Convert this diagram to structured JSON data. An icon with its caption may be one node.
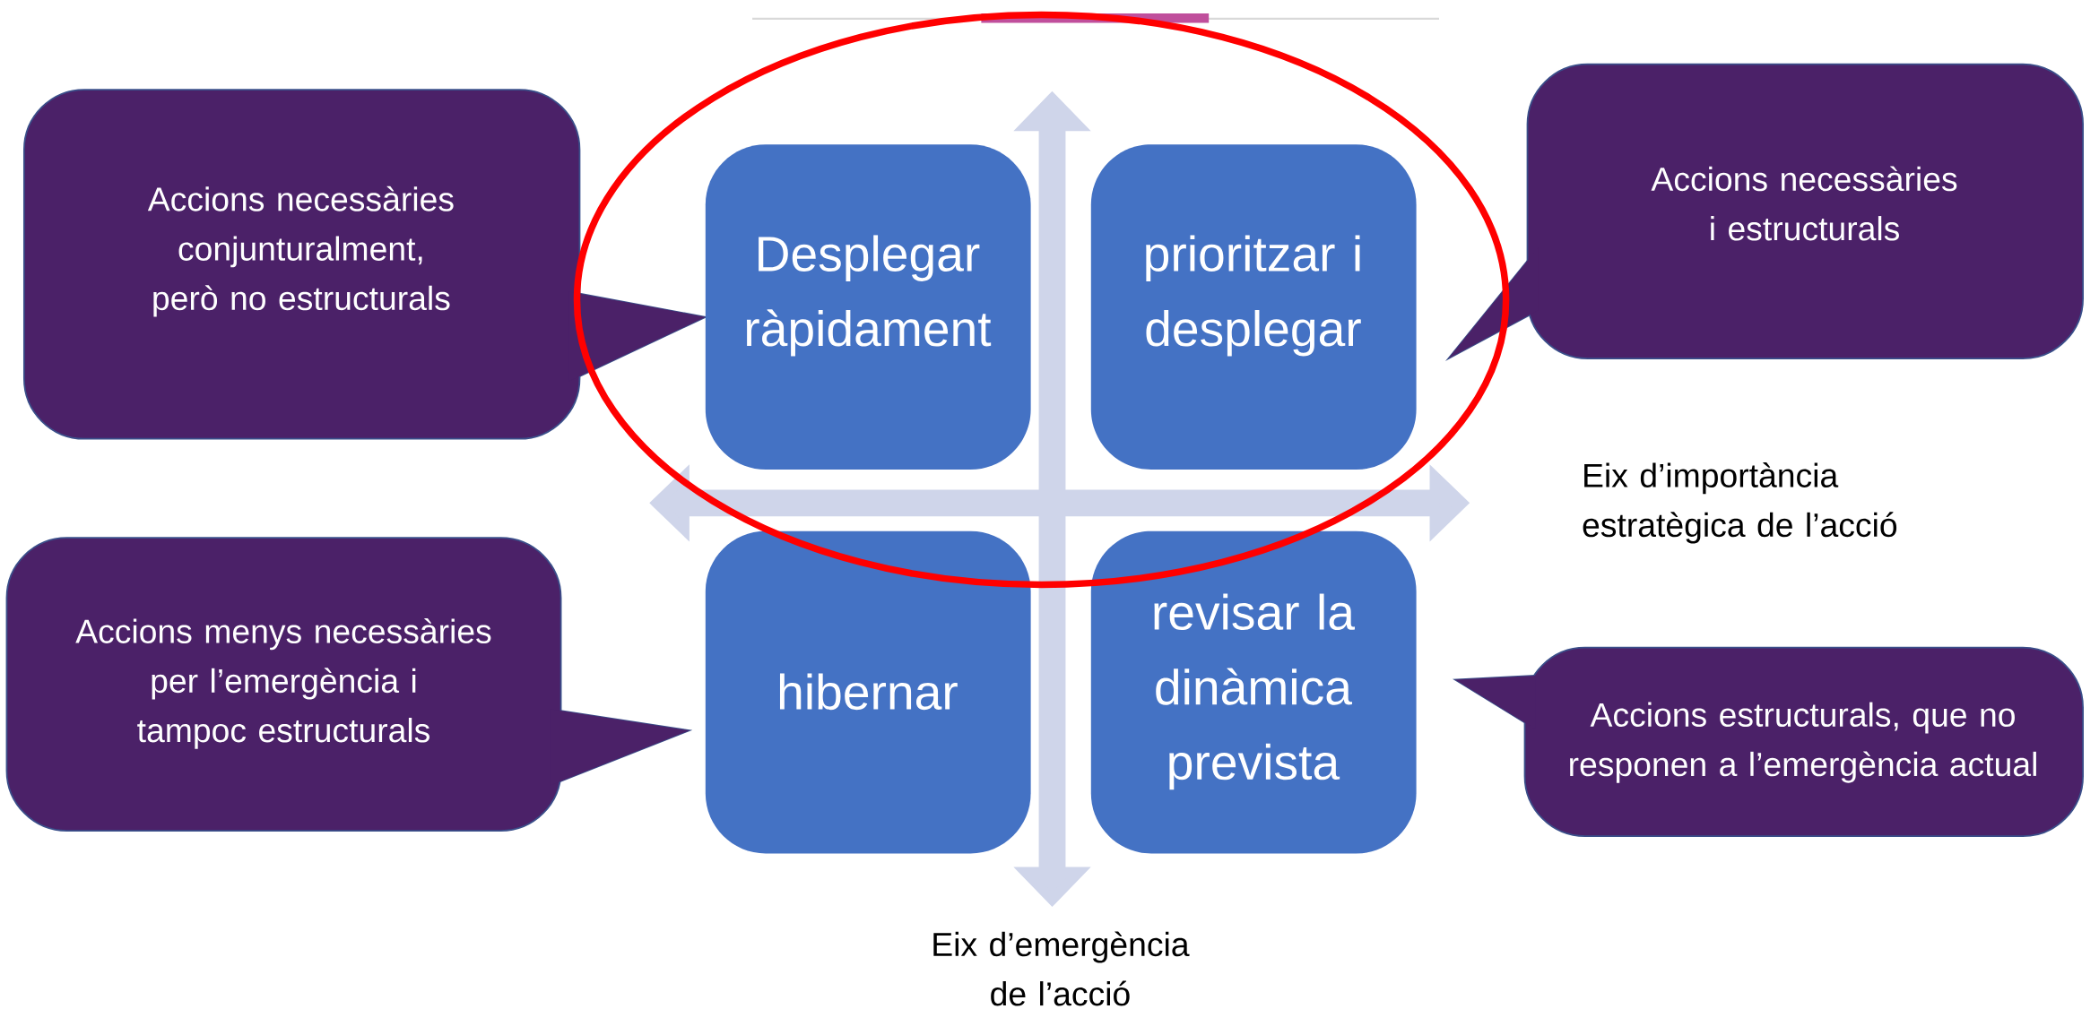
{
  "diagram": {
    "nodes": [
      {
        "text": [
          "Accions necessàries conjunturalment, però no estructurals"
        ]
      },
      {
        "text": [
          "Desplegar ràpidament"
        ]
      },
      {
        "text": [
          "prioritzar i desplegar"
        ]
      },
      {
        "text": [
          "Accions necessàries i estructurals"
        ]
      },
      {
        "text": [
          "Accions menys necessàries per l’emergència i tampoc estructurals"
        ]
      },
      {
        "text": [
          "hibernar"
        ]
      },
      {
        "text": [
          "revisar la dinàmica prevista"
        ]
      },
      {
        "text": [
          "Accions estructurals, que no responen a l’emergència actual"
        ]
      }
    ],
    "labels": [
      "Eix d’importància estratègica de l’acció",
      "Eix d’emergència de l’acció"
    ]
  }
}
